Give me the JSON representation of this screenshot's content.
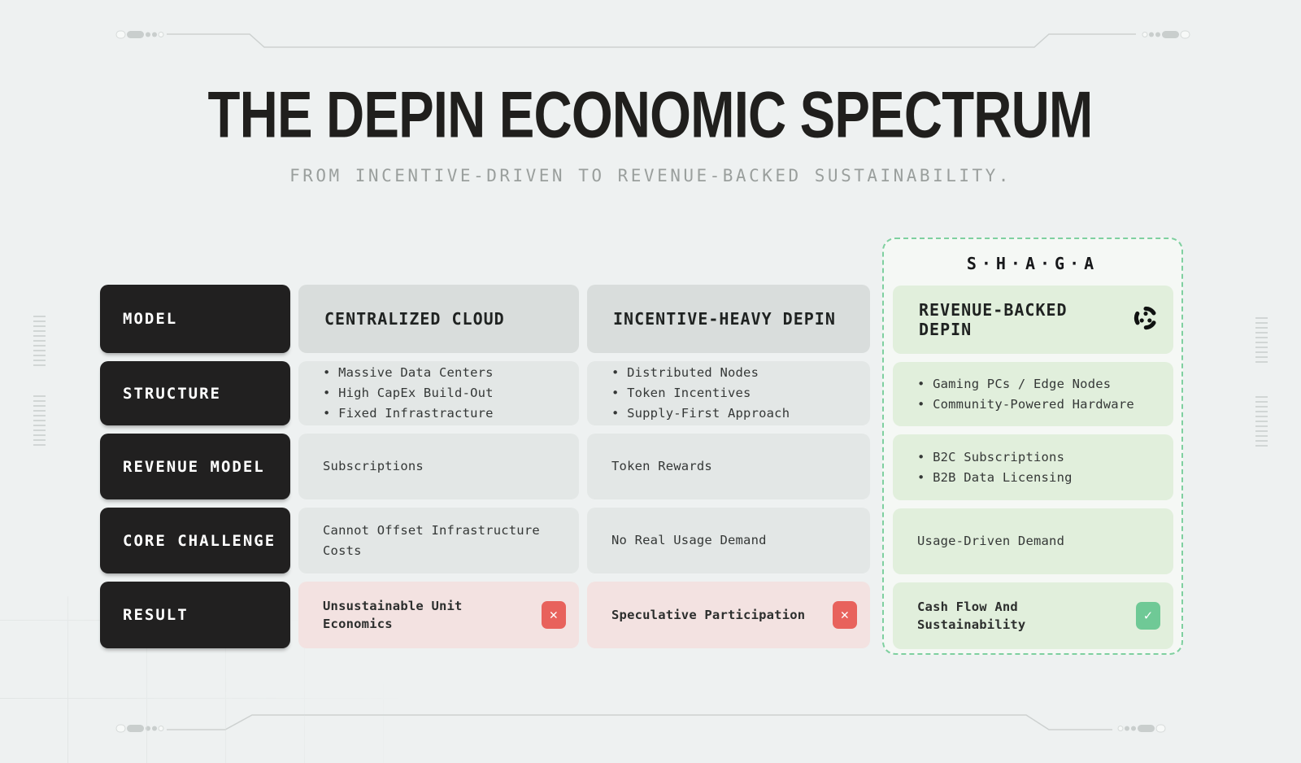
{
  "page": {
    "title": "THE DEPIN ECONOMIC SPECTRUM",
    "subtitle": "FROM INCENTIVE-DRIVEN TO REVENUE-BACKED SUSTAINABILITY."
  },
  "brand": {
    "logo_text": "S·H·A·G·A",
    "logo_icon": "shaga-triskelion-icon"
  },
  "icons": {
    "negative": "✕",
    "positive": "✓"
  },
  "colors": {
    "background": "#eef1f1",
    "dark_label": "#212020",
    "header_cell": "#d9dddc",
    "body_cell": "#e3e7e6",
    "negative_cell": "#f3e2e1",
    "positive_cell": "#e1efdc",
    "negative_badge": "#e8625c",
    "positive_badge": "#6fc996",
    "accent_green_dashed": "#7fd0a0"
  },
  "table": {
    "row_labels": [
      "MODEL",
      "STRUCTURE",
      "REVENUE MODEL",
      "CORE CHALLENGE",
      "RESULT"
    ],
    "columns": [
      {
        "header": "CENTRALIZED CLOUD",
        "structure": [
          "Massive Data Centers",
          "High CapEx Build-Out",
          "Fixed Infrastracture"
        ],
        "revenue_model": "Subscriptions",
        "core_challenge": "Cannot Offset Infrastructure Costs",
        "result": {
          "text": "Unsustainable Unit Economics",
          "status": "negative"
        }
      },
      {
        "header": "INCENTIVE-HEAVY DEPIN",
        "structure": [
          "Distributed Nodes",
          "Token Incentives",
          "Supply-First Approach"
        ],
        "revenue_model": "Token Rewards",
        "core_challenge": "No Real Usage Demand",
        "result": {
          "text": "Speculative Participation",
          "status": "negative"
        }
      },
      {
        "header": "REVENUE-BACKED DEPIN",
        "structure": [
          "Gaming PCs / Edge Nodes",
          "Community-Powered Hardware"
        ],
        "revenue_model_list": [
          "B2C Subscriptions",
          "B2B Data Licensing"
        ],
        "core_challenge": "Usage-Driven Demand",
        "result": {
          "text": "Cash Flow And Sustainability",
          "status": "positive"
        }
      }
    ]
  }
}
